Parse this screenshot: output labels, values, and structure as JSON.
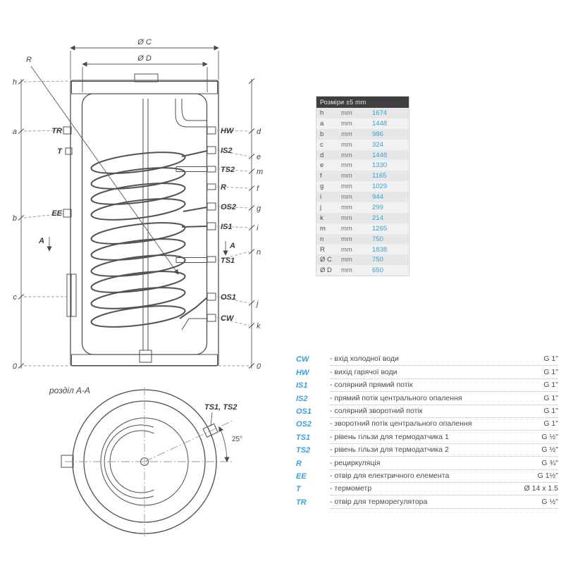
{
  "colors": {
    "accent_blue": "#3aa0d6",
    "insulation_cream": "#f2edd6",
    "table_header_bg": "#3f3f41"
  },
  "dimensions_table": {
    "header": "Розміри ±5 mm",
    "rows": [
      {
        "label": "h",
        "unit": "mm",
        "value": "1674"
      },
      {
        "label": "a",
        "unit": "mm",
        "value": "1448"
      },
      {
        "label": "b",
        "unit": "mm",
        "value": "986"
      },
      {
        "label": "c",
        "unit": "mm",
        "value": "324"
      },
      {
        "label": "d",
        "unit": "mm",
        "value": "1448"
      },
      {
        "label": "e",
        "unit": "mm",
        "value": "1330"
      },
      {
        "label": "f",
        "unit": "mm",
        "value": "1165"
      },
      {
        "label": "g",
        "unit": "mm",
        "value": "1029"
      },
      {
        "label": "i",
        "unit": "mm",
        "value": "944"
      },
      {
        "label": "j",
        "unit": "mm",
        "value": "299"
      },
      {
        "label": "k",
        "unit": "mm",
        "value": "214"
      },
      {
        "label": "m",
        "unit": "mm",
        "value": "1265"
      },
      {
        "label": "n",
        "unit": "mm",
        "value": "750"
      },
      {
        "label": "R",
        "unit": "mm",
        "value": "1838"
      },
      {
        "label": "Ø C",
        "unit": "mm",
        "value": "750"
      },
      {
        "label": "Ø D",
        "unit": "mm",
        "value": "650"
      }
    ]
  },
  "legend": {
    "items": [
      {
        "code": "CW",
        "description": "- вхід холодної води",
        "size": "G 1\""
      },
      {
        "code": "HW",
        "description": "- вихід гарячої води",
        "size": "G 1\""
      },
      {
        "code": "IS1",
        "description": "- солярний прямий потік",
        "size": "G 1\""
      },
      {
        "code": "IS2",
        "description": "- прямий потік центрального опалення",
        "size": "G 1\""
      },
      {
        "code": "OS1",
        "description": "- солярний зворотний потік",
        "size": "G 1\""
      },
      {
        "code": "OS2",
        "description": "- зворотний потік центрального опалення",
        "size": "G 1\""
      },
      {
        "code": "TS1",
        "description": "- рівень гільзи для термодатчика 1",
        "size": "G ½\""
      },
      {
        "code": "TS2",
        "description": "- рівень гільзи для термодатчика 2",
        "size": "G ½\""
      },
      {
        "code": "R",
        "description": "- рециркуляція",
        "size": "G ¾\""
      },
      {
        "code": "EE",
        "description": "- отвір для електричного елемента",
        "size": "G 1½\""
      },
      {
        "code": "T",
        "description": "- термометр",
        "size": "Ø 14 x 1.5"
      },
      {
        "code": "TR",
        "description": "- отвір для терморегулятора",
        "size": "G ½\""
      }
    ]
  },
  "drawing": {
    "r_label": "R",
    "top_dims": [
      "Ø C",
      "Ø D"
    ],
    "left_dims": [
      "h",
      "a",
      "b",
      "c",
      "0"
    ],
    "right_dims": [
      "d",
      "e",
      "m",
      "f",
      "g",
      "i",
      "n",
      "j",
      "k",
      "0"
    ],
    "left_conns": [
      "TR",
      "T",
      "EE"
    ],
    "right_conns": [
      "HW",
      "IS2",
      "TS2",
      "R",
      "OS2",
      "IS1",
      "TS1",
      "OS1",
      "CW"
    ],
    "section_marker": "A",
    "section_view": {
      "title": "розділ A-A",
      "sleeve_label": "TS1, TS2",
      "angle_label": "25°"
    }
  }
}
